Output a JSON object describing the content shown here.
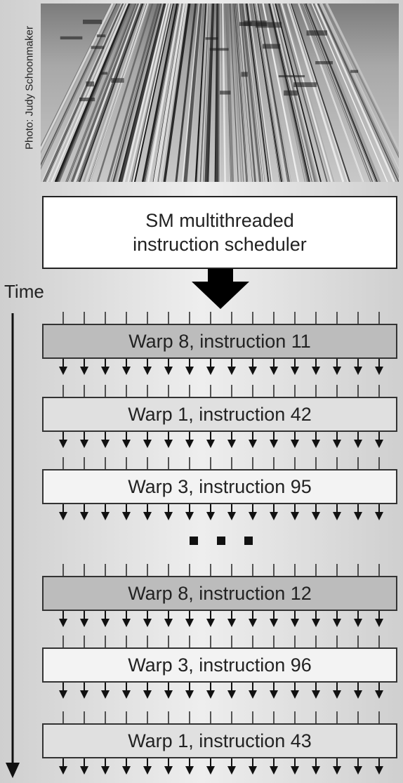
{
  "photo_credit": "Photo: Judy Schoonmaker",
  "scheduler": {
    "line1": "SM multithreaded",
    "line2": "instruction scheduler"
  },
  "time_label": "Time",
  "warps": [
    {
      "label": "Warp 8, instruction 11",
      "fill": "#bcbcbc"
    },
    {
      "label": "Warp 1, instruction 42",
      "fill": "#e0e0e0"
    },
    {
      "label": "Warp 3, instruction 95",
      "fill": "#f3f3f3"
    },
    {
      "label": "Warp 8, instruction 12",
      "fill": "#bcbcbc"
    },
    {
      "label": "Warp 3, instruction 96",
      "fill": "#f3f3f3"
    },
    {
      "label": "Warp 1, instruction 43",
      "fill": "#e0e0e0"
    }
  ]
}
